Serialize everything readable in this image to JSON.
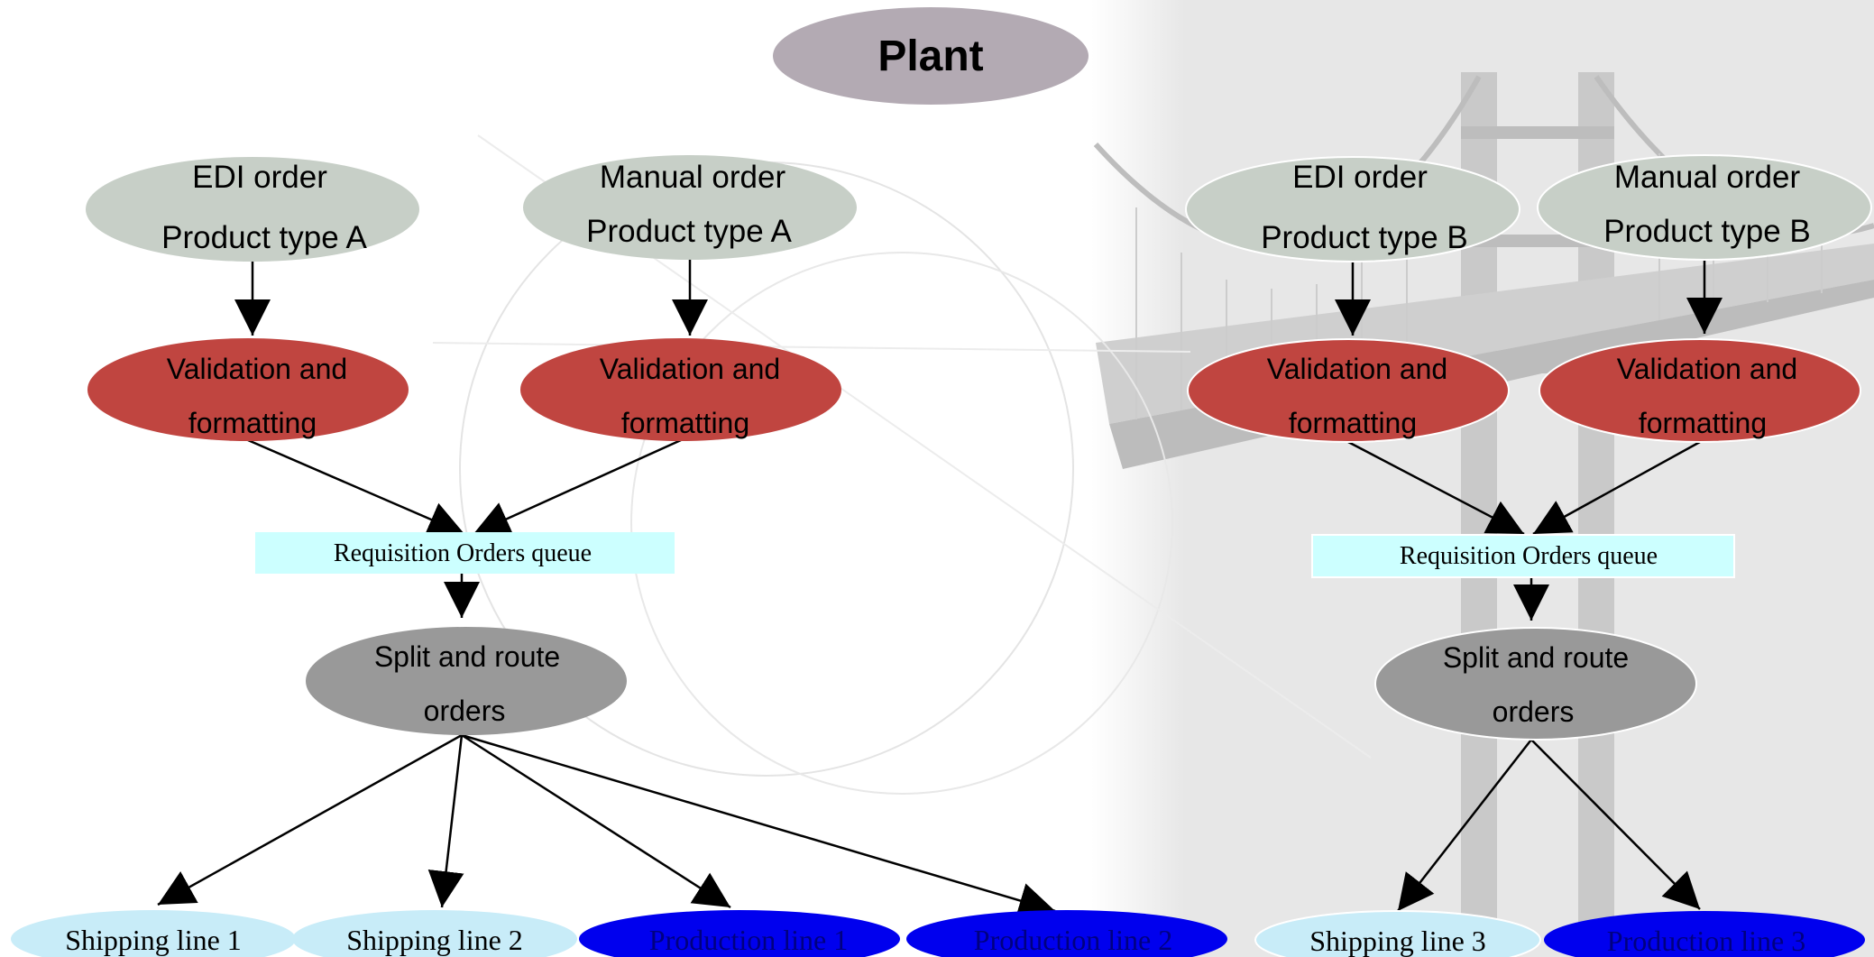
{
  "title": "Plant",
  "nodes": {
    "edi_a": {
      "lines": [
        "EDI order",
        "Product type A"
      ]
    },
    "manual_a": {
      "lines": [
        "Manual order",
        "Product type A"
      ]
    },
    "edi_b": {
      "lines": [
        "EDI order",
        "Product type B"
      ]
    },
    "manual_b": {
      "lines": [
        "Manual order",
        "Product type B"
      ]
    },
    "val_1": {
      "lines": [
        "Validation and",
        "formatting"
      ]
    },
    "val_2": {
      "lines": [
        "Validation and",
        "formatting"
      ]
    },
    "val_3": {
      "lines": [
        "Validation and",
        "formatting"
      ]
    },
    "val_4": {
      "lines": [
        "Validation and",
        "formatting"
      ]
    },
    "queue_a": {
      "label": "Requisition Orders queue"
    },
    "queue_b": {
      "label": "Requisition Orders queue"
    },
    "split_a": {
      "lines": [
        "Split and route",
        "orders"
      ]
    },
    "split_b": {
      "lines": [
        "Split and route",
        "orders"
      ]
    },
    "ship_1": {
      "label": "Shipping line 1"
    },
    "ship_2": {
      "label": "Shipping line 2"
    },
    "prod_1": {
      "label": "Production line 1"
    },
    "prod_2": {
      "label": "Production line 2"
    },
    "ship_3": {
      "label": "Shipping line 3"
    },
    "prod_3": {
      "label": "Production line 3"
    }
  },
  "colors": {
    "title_fill": "#b3aab3",
    "order_fill": "#c7cfc7",
    "validation_fill": "#c04540",
    "queue_fill": "#ccffff",
    "split_fill": "#999999",
    "shipping_fill": "#c8ecf8",
    "production_fill": "#0000ee",
    "production_text": "#000080",
    "edge": "#000000"
  }
}
